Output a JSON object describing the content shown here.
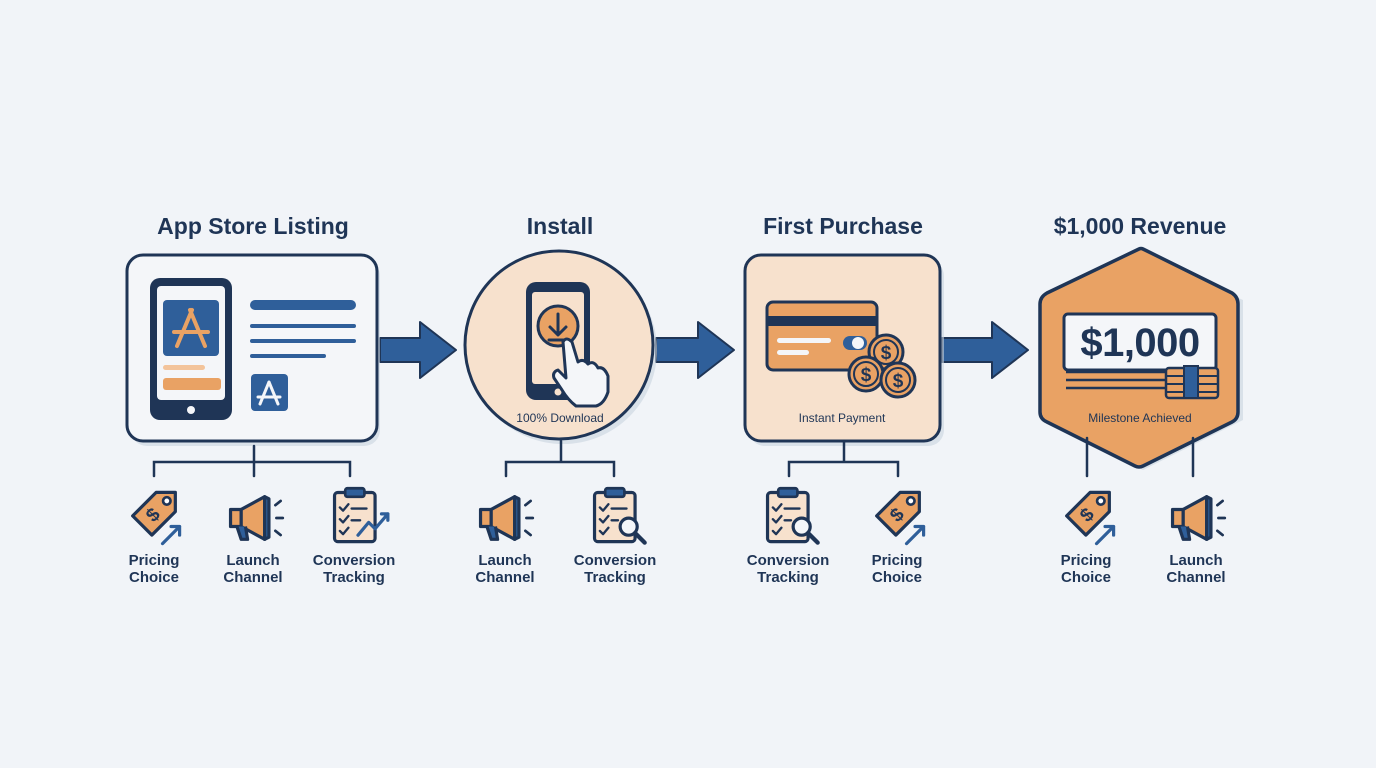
{
  "stages": [
    {
      "title": "App Store Listing",
      "caption": ""
    },
    {
      "title": "Install",
      "caption": "100% Download"
    },
    {
      "title": "First Purchase",
      "caption": "Instant Payment"
    },
    {
      "title": "$1,000 Revenue",
      "caption": "Milestone Achieved",
      "amount": "$1,000"
    }
  ],
  "factors": {
    "stage1": [
      {
        "icon": "price-tag-icon",
        "line1": "Pricing",
        "line2": "Choice"
      },
      {
        "icon": "megaphone-icon",
        "line1": "Launch",
        "line2": "Channel"
      },
      {
        "icon": "clipboard-chart-icon",
        "line1": "Conversion",
        "line2": "Tracking"
      }
    ],
    "stage2": [
      {
        "icon": "megaphone-icon",
        "line1": "Launch",
        "line2": "Channel"
      },
      {
        "icon": "clipboard-search-icon",
        "line1": "Conversion",
        "line2": "Tracking"
      }
    ],
    "stage3": [
      {
        "icon": "clipboard-search-icon",
        "line1": "Conversion",
        "line2": "Tracking"
      },
      {
        "icon": "price-tag-icon",
        "line1": "Pricing",
        "line2": "Choice"
      }
    ],
    "stage4": [
      {
        "icon": "price-tag-icon",
        "line1": "Pricing",
        "line2": "Choice"
      },
      {
        "icon": "megaphone-icon",
        "line1": "Launch",
        "line2": "Channel"
      }
    ]
  },
  "colors": {
    "navy": "#1f3556",
    "blue": "#2f5f9a",
    "orange": "#e9a264",
    "peach": "#f7e1cd",
    "panel": "#f4f6f9"
  }
}
